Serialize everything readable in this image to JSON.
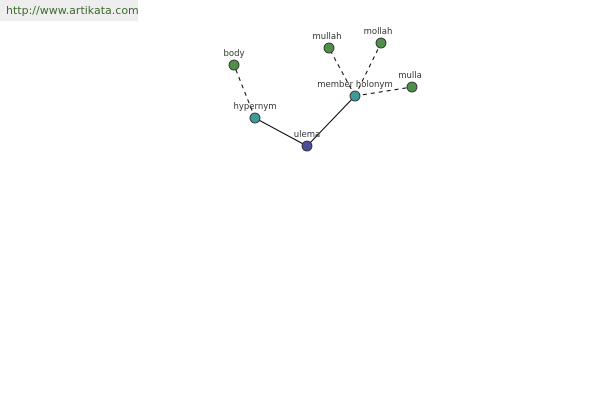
{
  "header": {
    "url": "http://www.artikata.com"
  },
  "graph": {
    "colors": {
      "root": "#4b4f9a",
      "relation": "#3f9a99",
      "word": "#4f8f4a",
      "edge": "#000000",
      "label": "#333333"
    },
    "nodes": [
      {
        "id": "ulema",
        "label": "ulema",
        "kind": "root"
      },
      {
        "id": "hypernym",
        "label": "hypernym",
        "kind": "relation"
      },
      {
        "id": "member-holonym",
        "label": "member holonym",
        "kind": "relation"
      },
      {
        "id": "body",
        "label": "body",
        "kind": "word"
      },
      {
        "id": "mullah",
        "label": "mullah",
        "kind": "word"
      },
      {
        "id": "mollah",
        "label": "mollah",
        "kind": "word"
      },
      {
        "id": "mulla",
        "label": "mulla",
        "kind": "word"
      }
    ],
    "edges": [
      {
        "from": "ulema",
        "to": "hypernym",
        "style": "solid"
      },
      {
        "from": "ulema",
        "to": "member-holonym",
        "style": "solid"
      },
      {
        "from": "hypernym",
        "to": "body",
        "style": "dashed"
      },
      {
        "from": "member-holonym",
        "to": "mullah",
        "style": "dashed"
      },
      {
        "from": "member-holonym",
        "to": "mollah",
        "style": "dashed"
      },
      {
        "from": "member-holonym",
        "to": "mulla",
        "style": "dashed"
      }
    ]
  }
}
